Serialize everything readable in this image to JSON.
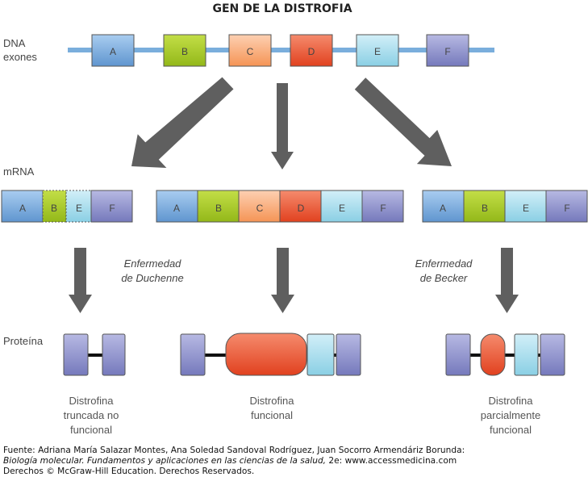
{
  "title": "GEN DE LA DISTROFIA",
  "row_labels": {
    "dna_line1": "DNA",
    "dna_line2": "exones",
    "mrna": "mRNA",
    "protein": "Proteína"
  },
  "exons": [
    "A",
    "B",
    "C",
    "D",
    "E",
    "F"
  ],
  "mrna_duchenne": [
    "A",
    "B",
    "E",
    "F"
  ],
  "mrna_normal": [
    "A",
    "B",
    "C",
    "D",
    "E",
    "F"
  ],
  "mrna_becker": [
    "A",
    "B",
    "E",
    "F"
  ],
  "conditions": {
    "duchenne_line1": "Enfermedad",
    "duchenne_line2": "de Duchenne",
    "becker_line1": "Enfermedad",
    "becker_line2": "de Becker"
  },
  "proteins": {
    "duchenne_line1": "Distrofina",
    "duchenne_line2": "truncada no",
    "duchenne_line3": "funcional",
    "normal_line1": "Distrofina",
    "normal_line2": "funcional",
    "becker_line1": "Distrofina",
    "becker_line2": "parcialmente",
    "becker_line3": "funcional"
  },
  "credits": {
    "line1": "Fuente: Adriana María Salazar Montes, Ana Soledad Sandoval Rodríguez, Juan Socorro Armendáriz Borunda:",
    "line2_italic": "Biología molecular. Fundamentos y aplicaciones en las ciencias de la salud,",
    "line2_rest": " 2e: www.accessmedicina.com",
    "line3": "Derechos © McGraw-Hill Education. Derechos Reservados."
  },
  "colors": {
    "A": "#7eaee0",
    "B": "#aacb25",
    "C": "#f9a978",
    "D": "#eb5a3a",
    "E": "#9ed8ea",
    "F": "#9395cc",
    "dna_line": "#7aaedc",
    "arrow": "#5f5f5f"
  }
}
